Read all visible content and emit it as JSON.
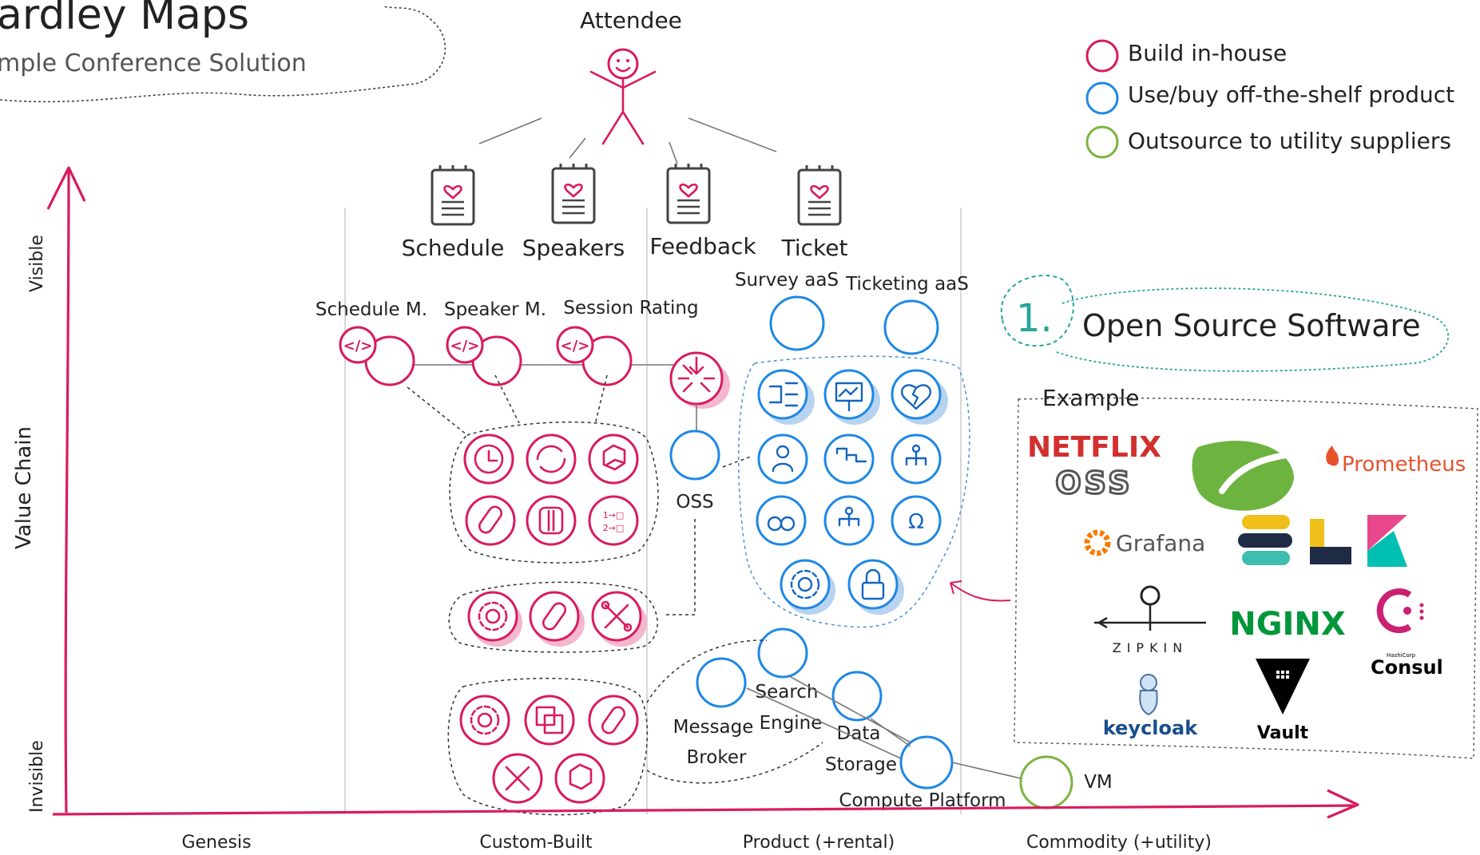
{
  "header": {
    "title": "ardley Maps",
    "subtitle": "mple Conference Solution"
  },
  "user": {
    "label": "Attendee"
  },
  "needs": [
    {
      "label": "Schedule"
    },
    {
      "label": "Speakers"
    },
    {
      "label": "Feedback"
    },
    {
      "label": "Ticket"
    }
  ],
  "components": {
    "schedule_m": "Schedule M.",
    "speaker_m": "Speaker M.",
    "session_rating": "Session Rating",
    "survey_aas": "Survey aaS",
    "ticketing_aas": "Ticketing aaS",
    "oss": "OSS",
    "search": "Search",
    "engine": "Engine",
    "message": "Message",
    "broker": "Broker",
    "data": "Data",
    "storage": "Storage",
    "compute_platform": "Compute Platform",
    "vm": "VM"
  },
  "legend": {
    "items": [
      {
        "label": "Build in-house",
        "color": "#d81b60"
      },
      {
        "label": "Use/buy off-the-shelf product",
        "color": "#1e88e5"
      },
      {
        "label": "Outsource to utility suppliers",
        "color": "#7cb342"
      }
    ]
  },
  "callout": {
    "number": "1.",
    "label": "Open Source Software"
  },
  "example": {
    "label": "Example",
    "logos": {
      "netflix_top": "NETFLIX",
      "netflix_bottom": "OSS",
      "prometheus": "Prometheus",
      "grafana": "Grafana",
      "zipkin": "ZIPKIN",
      "nginx": "NGINX",
      "consul_small": "HashiCorp",
      "consul": "Consul",
      "keycloak": "keycloak",
      "vault": "Vault"
    }
  },
  "axes": {
    "y_label": "Value Chain",
    "y_top": "Visible",
    "y_bottom": "Invisible",
    "phases": [
      "Genesis",
      "Custom-Built",
      "Product (+rental)",
      "Commodity (+utility)"
    ]
  },
  "colors": {
    "build": "#d81b60",
    "buy": "#1e88e5",
    "outsource": "#7cb342",
    "axis": "#d81b60"
  }
}
